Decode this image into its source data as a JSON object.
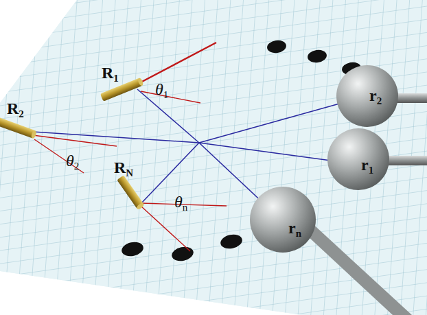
{
  "diagram": {
    "labels": [
      "R1",
      "θ1",
      "R2",
      "θ2",
      "RN",
      "θn",
      "r2",
      "r1",
      "rn"
    ]
  }
}
